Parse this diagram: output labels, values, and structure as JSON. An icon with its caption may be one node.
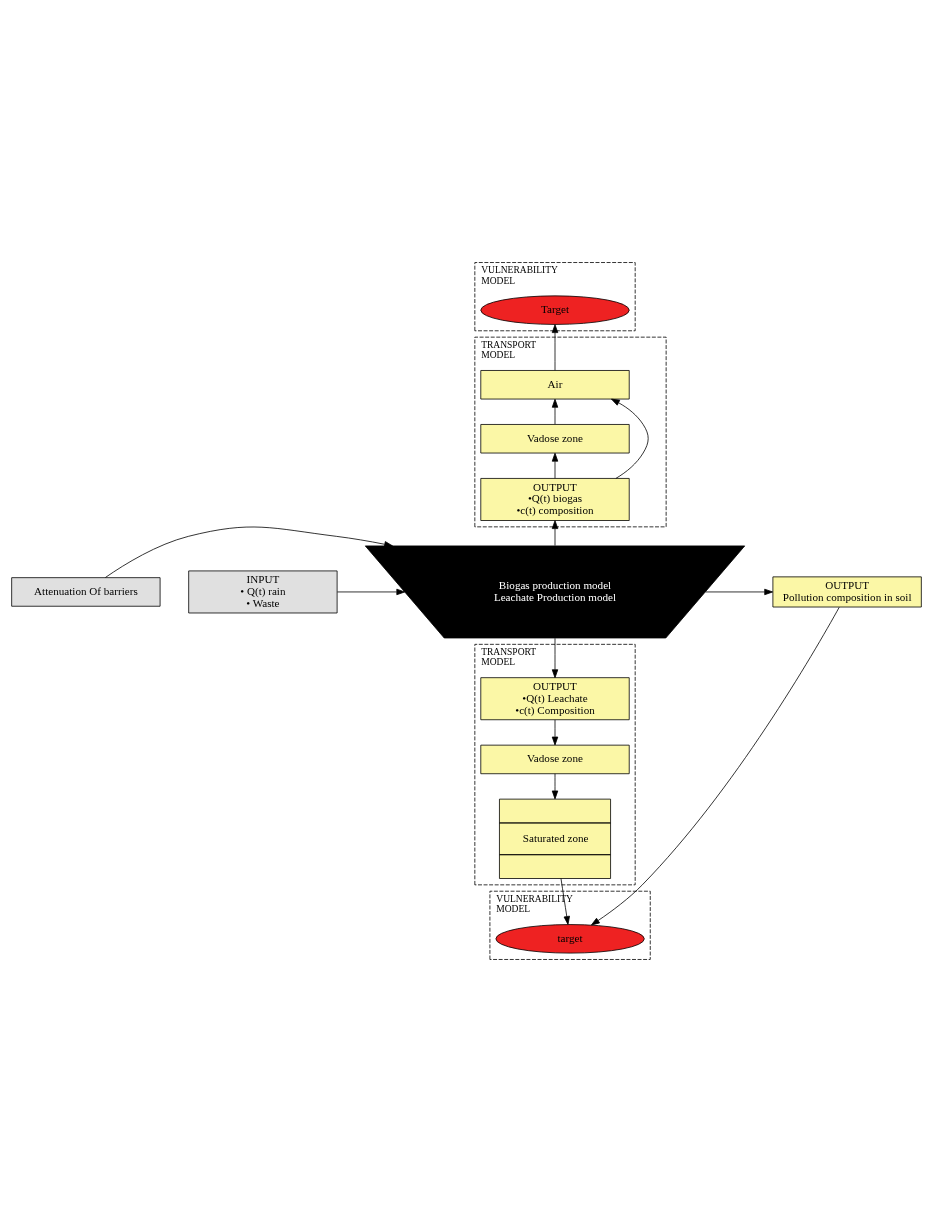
{
  "diagram": {
    "nodes": [
      {
        "text": [
          "VULNERABILITY MODEL"
        ]
      },
      {
        "text": [
          "Target"
        ],
        "in": 0
      },
      {
        "text": [
          "TRANSPORT MODEL"
        ]
      },
      {
        "text": [
          "Air"
        ],
        "in": 2
      },
      {
        "text": [
          "Vadose zone"
        ],
        "in": 2
      },
      {
        "text": [
          "OUTPUT",
          "•Q(t) biogas",
          "•c(t) composition"
        ],
        "in": 2
      },
      {
        "text": [
          "Attenuation Of barriers"
        ]
      },
      {
        "text": [
          "INPUT",
          "• Q(t) rain",
          "• Waste"
        ]
      },
      {
        "text": [
          "Biogas production model",
          "Leachate Production model"
        ]
      },
      {
        "text": [
          "OUTPUT",
          "Pollution composition in soil"
        ]
      },
      {
        "text": [
          "TRANSPORT MODEL"
        ]
      },
      {
        "text": [
          "OUTPUT",
          "•Q(t) Leachate",
          "•c(t) Composition"
        ],
        "in": 10
      },
      {
        "text": [
          "Vadose zone"
        ],
        "in": 10
      },
      {
        "text": [
          "Saturated zone"
        ],
        "in": 10
      },
      {
        "text": [
          "VULNERABILITY MODEL"
        ]
      },
      {
        "text": [
          "target"
        ],
        "in": 14
      }
    ],
    "edges": [
      {
        "from": 3,
        "to": 1,
        "arrow": "to"
      },
      {
        "from": 4,
        "to": 3,
        "arrow": "to"
      },
      {
        "from": 5,
        "to": 4,
        "arrow": "to"
      },
      {
        "from": 5,
        "to": 3,
        "arrow": "to"
      },
      {
        "from": 8,
        "to": 5,
        "arrow": "to"
      },
      {
        "from": 6,
        "to": 8,
        "arrow": "to"
      },
      {
        "from": 7,
        "to": 8,
        "arrow": "to"
      },
      {
        "from": 8,
        "to": 9,
        "arrow": "to"
      },
      {
        "from": 8,
        "to": 11,
        "arrow": "to"
      },
      {
        "from": 11,
        "to": 12,
        "arrow": "to"
      },
      {
        "from": 12,
        "to": 13,
        "arrow": "to"
      },
      {
        "from": 13,
        "to": 15,
        "arrow": "to"
      },
      {
        "from": 9,
        "to": 15,
        "arrow": "to"
      }
    ]
  }
}
